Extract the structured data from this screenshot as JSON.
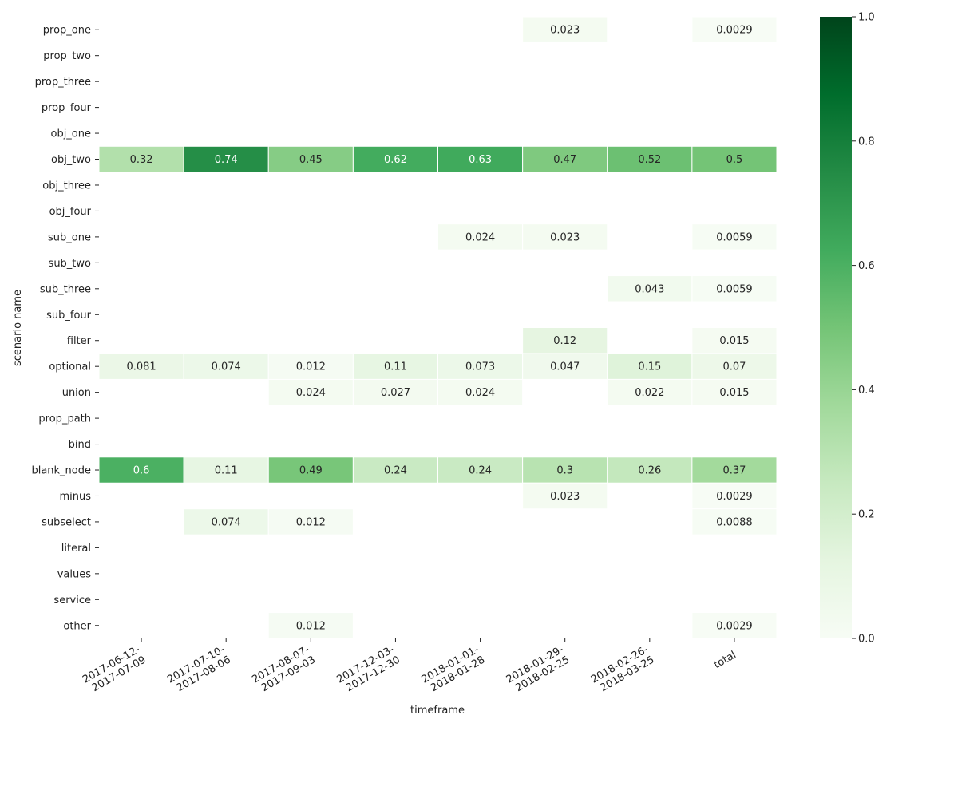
{
  "chart_data": {
    "type": "heatmap",
    "xlabel": "timeframe",
    "ylabel": "scenario name",
    "colormap": "Greens",
    "colors": {
      "low": "#f7fcf5",
      "high": "#00441b"
    },
    "vmin": 0,
    "vmax": 1,
    "colorbar_ticks": [
      "0.0",
      "0.2",
      "0.4",
      "0.6",
      "0.8",
      "1.0"
    ],
    "colorbar_values": [
      0,
      0.2,
      0.4,
      0.6,
      0.8,
      1.0
    ],
    "columns": [
      {
        "line1": "2017-06-12-",
        "line2": "2017-07-09"
      },
      {
        "line1": "2017-07-10-",
        "line2": "2017-08-06"
      },
      {
        "line1": "2017-08-07-",
        "line2": "2017-09-03"
      },
      {
        "line1": "2017-12-03-",
        "line2": "2017-12-30"
      },
      {
        "line1": "2018-01-01-",
        "line2": "2018-01-28"
      },
      {
        "line1": "2018-01-29-",
        "line2": "2018-02-25"
      },
      {
        "line1": "2018-02-26-",
        "line2": "2018-03-25"
      },
      {
        "line1": "total",
        "line2": ""
      }
    ],
    "rows": [
      "prop_one",
      "prop_two",
      "prop_three",
      "prop_four",
      "obj_one",
      "obj_two",
      "obj_three",
      "obj_four",
      "sub_one",
      "sub_two",
      "sub_three",
      "sub_four",
      "filter",
      "optional",
      "union",
      "prop_path",
      "bind",
      "blank_node",
      "minus",
      "subselect",
      "literal",
      "values",
      "service",
      "other"
    ],
    "values": [
      [
        null,
        null,
        null,
        null,
        null,
        "0.023",
        null,
        "0.0029"
      ],
      [
        null,
        null,
        null,
        null,
        null,
        null,
        null,
        null
      ],
      [
        null,
        null,
        null,
        null,
        null,
        null,
        null,
        null
      ],
      [
        null,
        null,
        null,
        null,
        null,
        null,
        null,
        null
      ],
      [
        null,
        null,
        null,
        null,
        null,
        null,
        null,
        null
      ],
      [
        "0.32",
        "0.74",
        "0.45",
        "0.62",
        "0.63",
        "0.47",
        "0.52",
        "0.5"
      ],
      [
        null,
        null,
        null,
        null,
        null,
        null,
        null,
        null
      ],
      [
        null,
        null,
        null,
        null,
        null,
        null,
        null,
        null
      ],
      [
        null,
        null,
        null,
        null,
        "0.024",
        "0.023",
        null,
        "0.0059"
      ],
      [
        null,
        null,
        null,
        null,
        null,
        null,
        null,
        null
      ],
      [
        null,
        null,
        null,
        null,
        null,
        null,
        "0.043",
        "0.0059"
      ],
      [
        null,
        null,
        null,
        null,
        null,
        null,
        null,
        null
      ],
      [
        null,
        null,
        null,
        null,
        null,
        "0.12",
        null,
        "0.015"
      ],
      [
        "0.081",
        "0.074",
        "0.012",
        "0.11",
        "0.073",
        "0.047",
        "0.15",
        "0.07"
      ],
      [
        null,
        null,
        "0.024",
        "0.027",
        "0.024",
        null,
        "0.022",
        "0.015"
      ],
      [
        null,
        null,
        null,
        null,
        null,
        null,
        null,
        null
      ],
      [
        null,
        null,
        null,
        null,
        null,
        null,
        null,
        null
      ],
      [
        "0.6",
        "0.11",
        "0.49",
        "0.24",
        "0.24",
        "0.3",
        "0.26",
        "0.37"
      ],
      [
        null,
        null,
        null,
        null,
        null,
        "0.023",
        null,
        "0.0029"
      ],
      [
        null,
        "0.074",
        "0.012",
        null,
        null,
        null,
        null,
        "0.0088"
      ],
      [
        null,
        null,
        null,
        null,
        null,
        null,
        null,
        null
      ],
      [
        null,
        null,
        null,
        null,
        null,
        null,
        null,
        null
      ],
      [
        null,
        null,
        null,
        null,
        null,
        null,
        null,
        null
      ],
      [
        null,
        null,
        "0.012",
        null,
        null,
        null,
        null,
        "0.0029"
      ]
    ]
  }
}
